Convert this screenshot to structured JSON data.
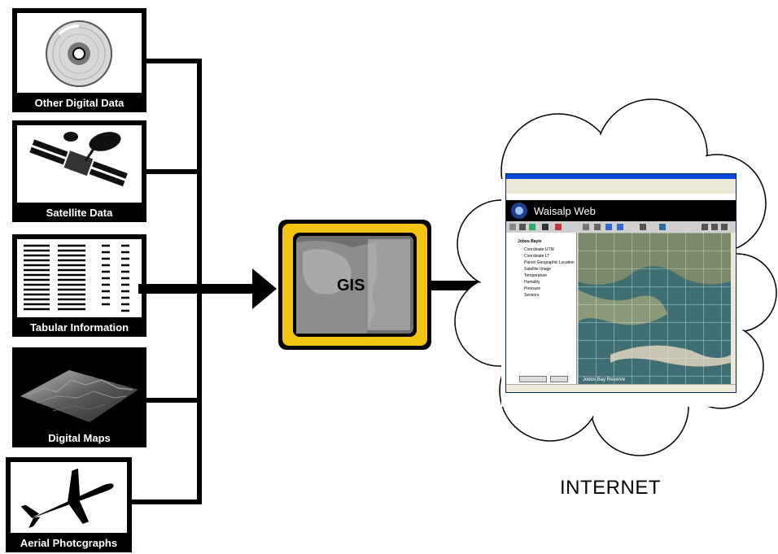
{
  "sources": [
    {
      "id": "digital",
      "label": "Other Digital Data",
      "icon": "cd-icon"
    },
    {
      "id": "satellite",
      "label": "Satellite Data",
      "icon": "satellite-icon"
    },
    {
      "id": "tabular",
      "label": "Tabular Information",
      "icon": "table-icon"
    },
    {
      "id": "maps",
      "label": "Digital Maps",
      "icon": "terrain-icon"
    },
    {
      "id": "aerial",
      "label": "Aerial Photcgraphs",
      "icon": "airplane-icon"
    }
  ],
  "gis": {
    "label": "GIS",
    "frame_color": "#f2c40f"
  },
  "web_app": {
    "title": "Waisalp Web",
    "layers_root": "Jobos Bayle",
    "layers": [
      "Coordinate UTM",
      "Coordinate LT",
      "Parcel Geographic Location",
      "Satellite Image",
      "Temperature",
      "Humidity",
      "Pressure",
      "Sensors"
    ],
    "map_caption": "Jobos Bay Reserve"
  },
  "cloud": {
    "label": "INTERNET"
  }
}
